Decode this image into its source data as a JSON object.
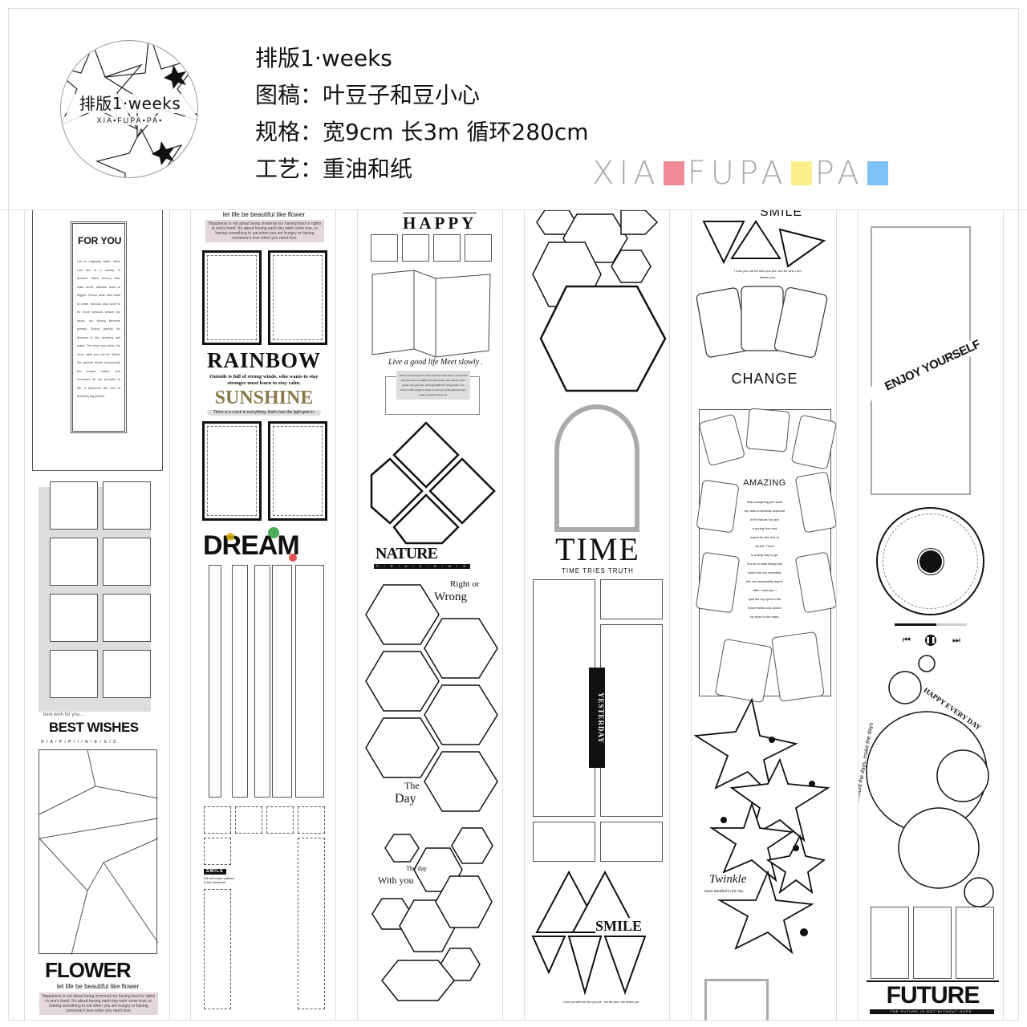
{
  "header": {
    "logo": {
      "title": "排版1·weeks",
      "brand": "XIA▪FUPA▪PA▪"
    },
    "lines": [
      "排版1·weeks",
      "图稿：叶豆子和豆小心",
      "规格：宽9cm  长3m  循环280cm",
      "工艺：重油和纸"
    ],
    "brand": {
      "part1": "XIA",
      "part2": "FUPA",
      "part3": "PA"
    },
    "colors": {
      "pink": "#f08a96",
      "yellow": "#fbef8c",
      "blue": "#7fc3f5"
    }
  },
  "col1": {
    "for_you": "FOR YOU",
    "for_you_body": "Life is originally bitter, bitter root lies in a variety of desires. More money also want more, officials want to bigger. House wide also want to wider. famous also want to be more famous, desire too much, too strong became greedy. Being greedy for disease is like drinking salt water. The more you drink, the more salty you will be. When the greedy desire transcends the human reason and overrides all the pursuits of life, it becomes the root of blocking happiness.",
    "best_wish_small": "best wish for you...",
    "best_wishes": "BEST WISHES",
    "happiness": "H / A / P / P / I / N / E / S / S",
    "flower": "FLOWER",
    "flower_sub": "let life be beautiful like flower",
    "flower_body": "Happiness is not about being immortal nor having food or rights in one's hand. It's about having each tiny wish come true, or having something to eat when you are hungry or having someone's love when you need love."
  },
  "col2": {
    "top_sub": "let life be beautiful like flower",
    "top_body": "Happiness is not about being immortal nor having food or rights in one's hand. It's about having each tiny wish come true, or having something to eat when you are hungry or having someone's love when you need love.",
    "rainbow": "RAINBOW",
    "rainbow_body": "Outside is full of strong winds, who wants to stay stronger must learn to stay calm.",
    "sunshine": "SUNSHINE",
    "sunshine_body": "There is a crack in everything, that's how the light gets in.",
    "dream": "DREAM",
    "smile": "SMILE",
    "smile_body": "We will come unbeen in the sunshine."
  },
  "col3": {
    "happy": "HAPPY",
    "live_good": "Live a good life Meet slowly .",
    "quote": "When I go through the years and then look back, I found that the past that was difficult to talk about, has a drop in the ocean. life gave me, not those difficult, but growth, is to learn to lift weight as light, is to let go of the past that has been so hard to let go of.",
    "nature": "NATURE",
    "seasons": "S / E / A / S / O / N / S",
    "right_or": "Right or",
    "wrong": "Wrong",
    "the": "The",
    "day": "Day",
    "the_day": "The day",
    "with_you": "With you"
  },
  "col4": {
    "time": "TIME",
    "time_sub": "TIME TRIES TRUTH",
    "yesterday": "YESTERDAY",
    "smile": "SMILE",
    "smile_sub": "I love you with the who you are · but the who I am before you"
  },
  "col5": {
    "smile": "SMILE",
    "smile_sub": "I love you not for who you are, but for who I am before you.",
    "change": "CHANGE",
    "amazing": "AMAZING",
    "amazing_body": [
      "May everything you work",
      "for have a romantic outcome",
      "in the future.You are",
      "a young love and",
      "sweet for the rest of",
      "my life. There",
      "is a long way to go.",
      "It is ok to walk slowly.Life",
      "cannot be too complete,",
      "but not necessarily regret.",
      "After I met you, I",
      "opened my eyes to the",
      "flower fields and closed",
      "my eyes to the stars."
    ],
    "twinkle": "Twinkle",
    "twinkle_sub": "Stars twinkled in the sky."
  },
  "col6": {
    "enjoy": "ENJOY YOURSELF",
    "player_progress": 0.58,
    "happy_every_day": "HAPPY EVERY DAY",
    "dont_count": "Don't count the days, make the days",
    "future": "FUTURE",
    "future_sub": "THE FUTURE IS NOT WITHOUT HOPE."
  }
}
